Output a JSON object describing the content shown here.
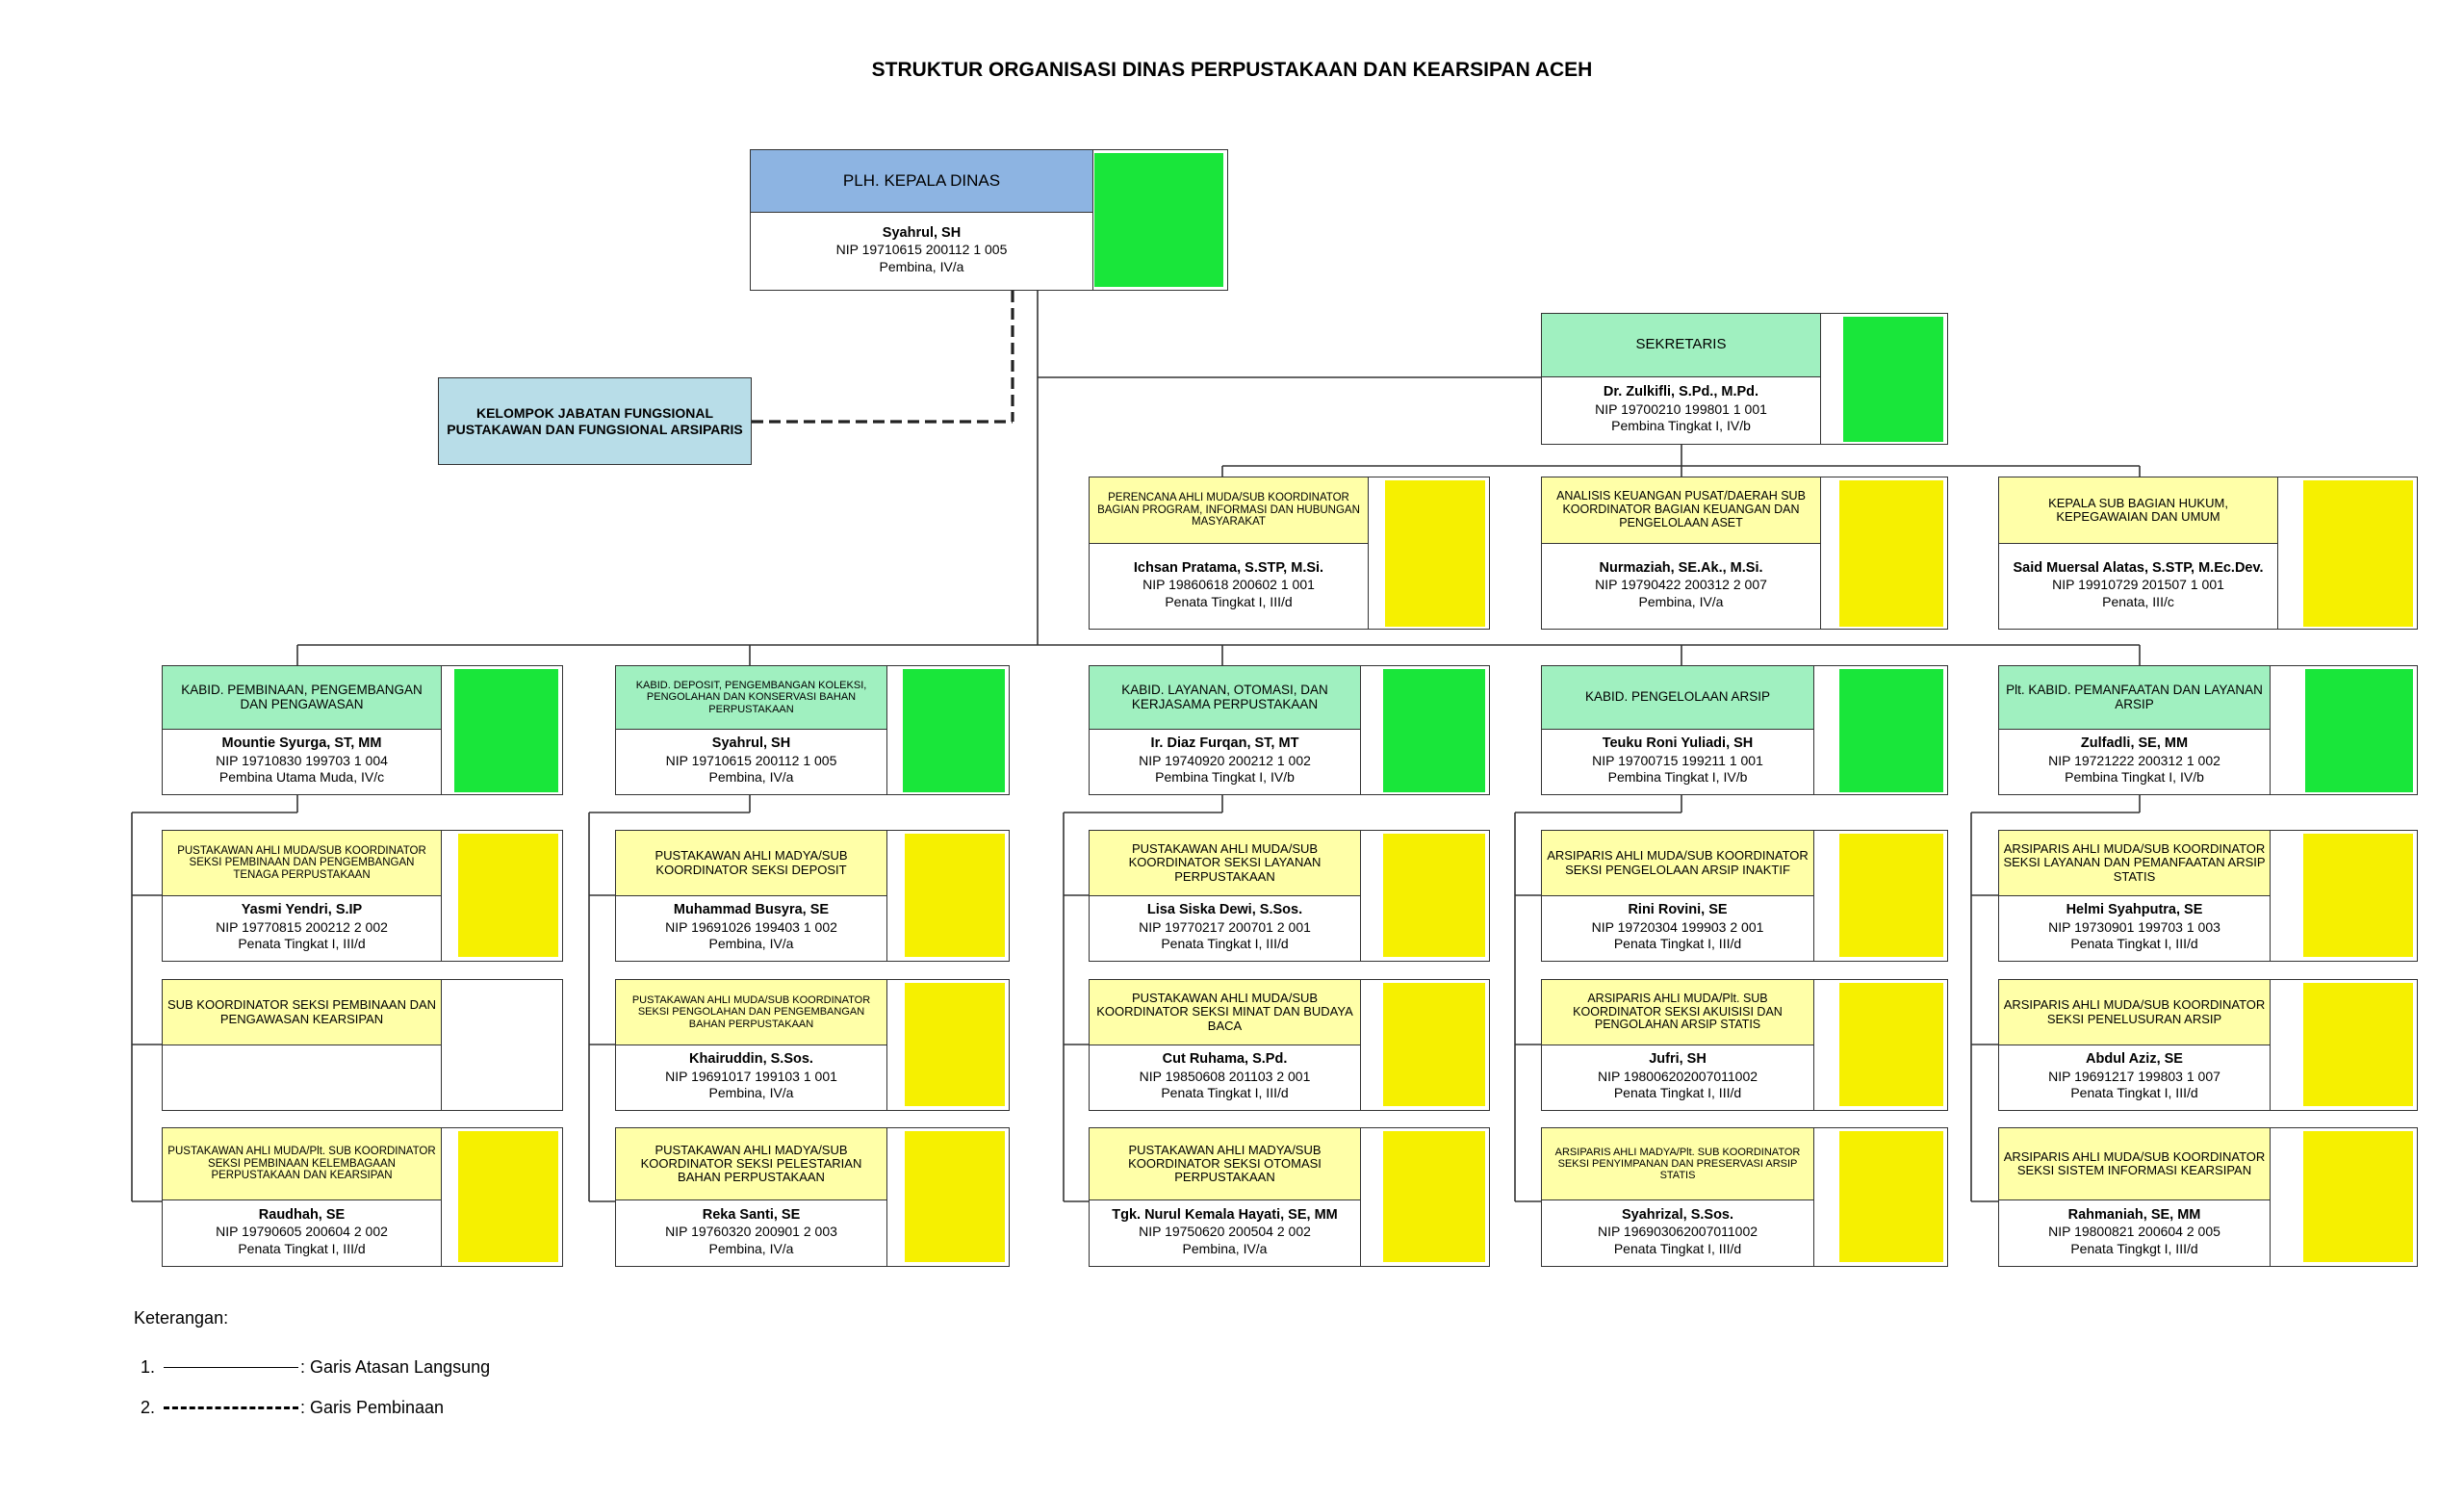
{
  "title": "STRUKTUR ORGANISASI DINAS PERPUSTAKAAN DAN KEARSIPAN ACEH",
  "colors": {
    "head_header": "#8db4e2",
    "section_header": "#a0f0c0",
    "staff_header": "#ffffa8",
    "functional_box": "#b8dde8",
    "photo_green": "#19e63a",
    "photo_yellow": "#f6f000"
  },
  "head": {
    "title": "PLH. KEPALA DINAS",
    "name": "Syahrul, SH",
    "nip": "NIP 19710615 200112 1 005",
    "rank": "Pembina, IV/a"
  },
  "functional_group": {
    "line1": "KELOMPOK JABATAN FUNGSIONAL",
    "line2": "PUSTAKAWAN DAN FUNGSIONAL ARSIPARIS"
  },
  "secretary": {
    "title": "SEKRETARIS",
    "name": "Dr. Zulkifli, S.Pd., M.Pd.",
    "nip": "NIP 19700210 199801 1 001",
    "rank": "Pembina Tingkat I, IV/b"
  },
  "sub_secretariat": [
    {
      "title": "PERENCANA AHLI MUDA/SUB KOORDINATOR BAGIAN PROGRAM, INFORMASI DAN HUBUNGAN MASYARAKAT",
      "name": "Ichsan Pratama, S.STP, M.Si.",
      "nip": "NIP 19860618 200602 1 001",
      "rank": "Penata Tingkat I, III/d"
    },
    {
      "title": "ANALISIS KEUANGAN PUSAT/DAERAH SUB KOORDINATOR BAGIAN KEUANGAN DAN PENGELOLAAN ASET",
      "name": "Nurmaziah, SE.Ak., M.Si.",
      "nip": "NIP 19790422 200312 2 007",
      "rank": "Pembina, IV/a"
    },
    {
      "title": "KEPALA SUB BAGIAN HUKUM, KEPEGAWAIAN DAN UMUM",
      "name": "Said Muersal Alatas, S.STP, M.Ec.Dev.",
      "nip": "NIP 19910729 201507 1 001",
      "rank": "Penata, III/c"
    }
  ],
  "divisions": [
    {
      "head": {
        "title": "KABID. PEMBINAAN, PENGEMBANGAN DAN PENGAWASAN",
        "name": "Mountie Syurga, ST, MM",
        "nip": "NIP 19710830 199703 1 004",
        "rank": "Pembina Utama Muda, IV/c"
      },
      "staff": [
        {
          "title": "PUSTAKAWAN AHLI MUDA/SUB KOORDINATOR SEKSI PEMBINAAN DAN PENGEMBANGAN TENAGA PERPUSTAKAAN",
          "name": "Yasmi Yendri, S.IP",
          "nip": "NIP 19770815 200212 2 002",
          "rank": "Penata Tingkat I, III/d"
        },
        {
          "title": "SUB KOORDINATOR SEKSI PEMBINAAN DAN PENGAWASAN KEARSIPAN",
          "name": "",
          "nip": "",
          "rank": ""
        },
        {
          "title": "PUSTAKAWAN AHLI MUDA/Plt. SUB KOORDINATOR SEKSI PEMBINAAN KELEMBAGAAN PERPUSTAKAAN DAN KEARSIPAN",
          "name": "Raudhah, SE",
          "nip": "NIP 19790605 200604 2 002",
          "rank": "Penata Tingkat I, III/d"
        }
      ]
    },
    {
      "head": {
        "title": "KABID. DEPOSIT, PENGEMBANGAN KOLEKSI, PENGOLAHAN DAN KONSERVASI BAHAN PERPUSTAKAAN",
        "name": "Syahrul, SH",
        "nip": "NIP 19710615 200112 1 005",
        "rank": "Pembina, IV/a"
      },
      "staff": [
        {
          "title": "PUSTAKAWAN AHLI MADYA/SUB KOORDINATOR SEKSI DEPOSIT",
          "name": "Muhammad Busyra, SE",
          "nip": "NIP 19691026 199403 1 002",
          "rank": "Pembina, IV/a"
        },
        {
          "title": "PUSTAKAWAN AHLI MUDA/SUB KOORDINATOR SEKSI PENGOLAHAN DAN PENGEMBANGAN BAHAN PERPUSTAKAAN",
          "name": "Khairuddin, S.Sos.",
          "nip": "NIP 19691017 199103 1 001",
          "rank": "Pembina, IV/a"
        },
        {
          "title": "PUSTAKAWAN AHLI MADYA/SUB KOORDINATOR SEKSI PELESTARIAN BAHAN PERPUSTAKAAN",
          "name": "Reka Santi, SE",
          "nip": "NIP 19760320 200901 2 003",
          "rank": "Pembina, IV/a"
        }
      ]
    },
    {
      "head": {
        "title": "KABID. LAYANAN, OTOMASI, DAN KERJASAMA PERPUSTAKAAN",
        "name": "Ir. Diaz Furqan, ST, MT",
        "nip": "NIP 19740920 200212 1 002",
        "rank": "Pembina Tingkat I, IV/b"
      },
      "staff": [
        {
          "title": "PUSTAKAWAN AHLI MUDA/SUB KOORDINATOR SEKSI LAYANAN PERPUSTAKAAN",
          "name": "Lisa Siska Dewi, S.Sos.",
          "nip": "NIP 19770217 200701 2 001",
          "rank": "Penata Tingkat I, III/d"
        },
        {
          "title": "PUSTAKAWAN AHLI MUDA/SUB KOORDINATOR SEKSI MINAT DAN BUDAYA BACA",
          "name": "Cut Ruhama, S.Pd.",
          "nip": "NIP 19850608 201103 2 001",
          "rank": "Penata Tingkat I, III/d"
        },
        {
          "title": "PUSTAKAWAN AHLI MADYA/SUB KOORDINATOR SEKSI OTOMASI PERPUSTAKAAN",
          "name": "Tgk. Nurul Kemala Hayati, SE, MM",
          "nip": "NIP 19750620 200504 2 002",
          "rank": "Pembina, IV/a"
        }
      ]
    },
    {
      "head": {
        "title": "KABID. PENGELOLAAN ARSIP",
        "name": "Teuku Roni Yuliadi, SH",
        "nip": "NIP 19700715 199211 1 001",
        "rank": "Pembina Tingkat I, IV/b"
      },
      "staff": [
        {
          "title": "ARSIPARIS AHLI MUDA/SUB KOORDINATOR SEKSI PENGELOLAAN ARSIP INAKTIF",
          "name": "Rini Rovini, SE",
          "nip": "NIP 19720304 199903 2 001",
          "rank": "Penata Tingkat I, III/d"
        },
        {
          "title": "ARSIPARIS AHLI MUDA/Plt. SUB KOORDINATOR SEKSI AKUISISI DAN PENGOLAHAN ARSIP STATIS",
          "name": "Jufri, SH",
          "nip": "NIP 198006202007011002",
          "rank": "Penata Tingkat I, III/d"
        },
        {
          "title": "ARSIPARIS AHLI MADYA/Plt. SUB KOORDINATOR SEKSI PENYIMPANAN DAN PRESERVASI ARSIP STATIS",
          "name": "Syahrizal, S.Sos.",
          "nip": "NIP 196903062007011002",
          "rank": "Penata Tingkat I, III/d"
        }
      ]
    },
    {
      "head": {
        "title": "Plt. KABID. PEMANFAATAN DAN LAYANAN ARSIP",
        "name": "Zulfadli, SE, MM",
        "nip": "NIP 19721222 200312 1 002",
        "rank": "Pembina Tingkat I, IV/b"
      },
      "staff": [
        {
          "title": "ARSIPARIS AHLI MUDA/SUB KOORDINATOR SEKSI LAYANAN DAN PEMANFAATAN ARSIP STATIS",
          "name": "Helmi Syahputra, SE",
          "nip": "NIP 19730901 199703 1 003",
          "rank": "Penata Tingkat I, III/d"
        },
        {
          "title": "ARSIPARIS AHLI MUDA/SUB KOORDINATOR SEKSI PENELUSURAN ARSIP",
          "name": "Abdul Aziz, SE",
          "nip": "NIP 19691217 199803 1 007",
          "rank": "Penata Tingkat I, III/d"
        },
        {
          "title": "ARSIPARIS AHLI MUDA/SUB KOORDINATOR SEKSI SISTEM INFORMASI KEARSIPAN",
          "name": "Rahmaniah, SE, MM",
          "nip": "NIP 19800821 200604 2 005",
          "rank": "Penata Tingkgt I, III/d"
        }
      ]
    }
  ],
  "legend": {
    "title": "Keterangan:",
    "items": [
      {
        "num": "1.",
        "label": ": Garis Atasan Langsung",
        "style": "solid"
      },
      {
        "num": "2.",
        "label": ": Garis Pembinaan",
        "style": "dashed"
      }
    ]
  }
}
